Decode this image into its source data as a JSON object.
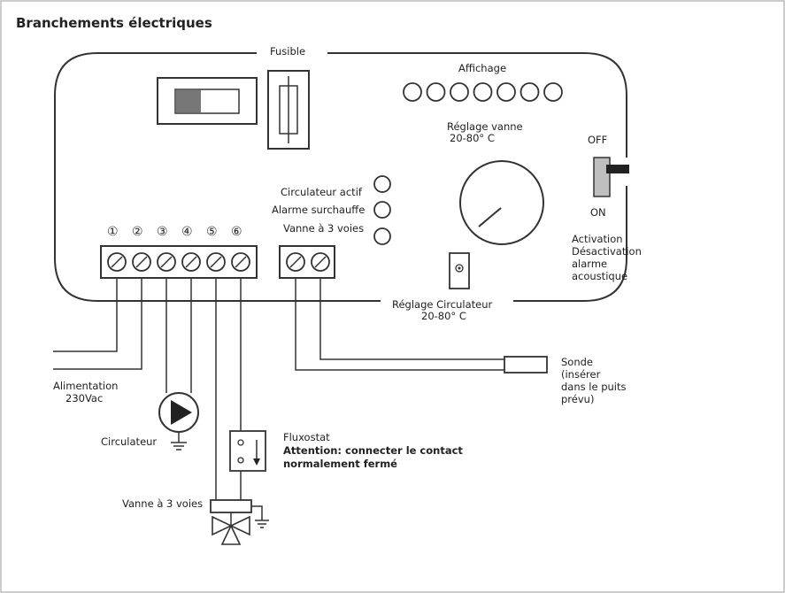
{
  "title": "Branchements électriques",
  "labels": {
    "fusible": "Fusible",
    "affichage": "Affichage",
    "reglage_vanne_1": "Réglage vanne",
    "reglage_vanne_2": "20-80° C",
    "off": "OFF",
    "on": "ON",
    "activation_1": "Activation",
    "activation_2": "Désactivation",
    "activation_3": "alarme",
    "activation_4": "acoustique",
    "circulateur_actif": "Circulateur actif",
    "alarme_surchauffe": "Alarme surchauffe",
    "vanne_3_voies_led": "Vanne à 3 voies",
    "reglage_circ_1": "Réglage Circulateur",
    "reglage_circ_2": "20-80° C",
    "alimentation_1": "Alimentation",
    "alimentation_2": "230Vac",
    "circulateur": "Circulateur",
    "fluxostat": "Fluxostat",
    "attention_1": "Attention: connecter le contact",
    "attention_2": "normalement fermé",
    "vanne_3_voies": "Vanne à 3 voies",
    "sonde_1": "Sonde",
    "sonde_2": "(insérer",
    "sonde_3": "dans le puits",
    "sonde_4": "prévu)"
  },
  "terminal_numbers": [
    "①",
    "②",
    "③",
    "④",
    "⑤",
    "⑥"
  ],
  "display_digit_count": 7
}
